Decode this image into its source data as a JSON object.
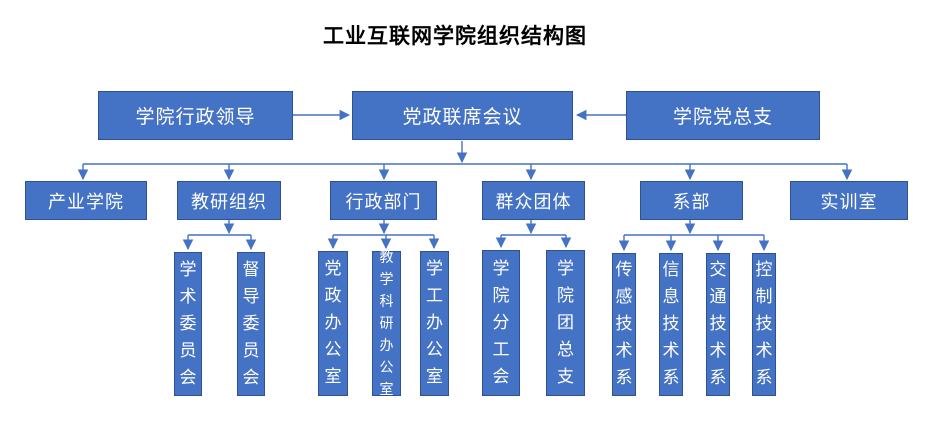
{
  "title": "工业互联网学院组织结构图",
  "colors": {
    "background": "#FFFFFF",
    "box_fill": "#4472C4",
    "box_border": "#2F528F",
    "box_text": "#FFFFFF",
    "connector": "#4472C4",
    "title_text": "#000000"
  },
  "top_row": [
    {
      "label": "学院行政领导"
    },
    {
      "label": "党政联席会议"
    },
    {
      "label": "学院党总支"
    }
  ],
  "second_row": [
    {
      "label": "产业学院"
    },
    {
      "label": "教研组织"
    },
    {
      "label": "行政部门"
    },
    {
      "label": "群众团体"
    },
    {
      "label": "系部"
    },
    {
      "label": "实训室"
    }
  ],
  "sub_groups": [
    {
      "parent": "教研组织",
      "children": [
        "学术委员会",
        "督导委员会"
      ]
    },
    {
      "parent": "行政部门",
      "children": [
        "党政办公室",
        "教学科研办公室",
        "学工办公室"
      ]
    },
    {
      "parent": "群众团体",
      "children": [
        "学院分工会",
        "学院团总支"
      ]
    },
    {
      "parent": "系部",
      "children": [
        "传感技术系",
        "信息技术系",
        "交通技术系",
        "控制技术系"
      ]
    }
  ]
}
